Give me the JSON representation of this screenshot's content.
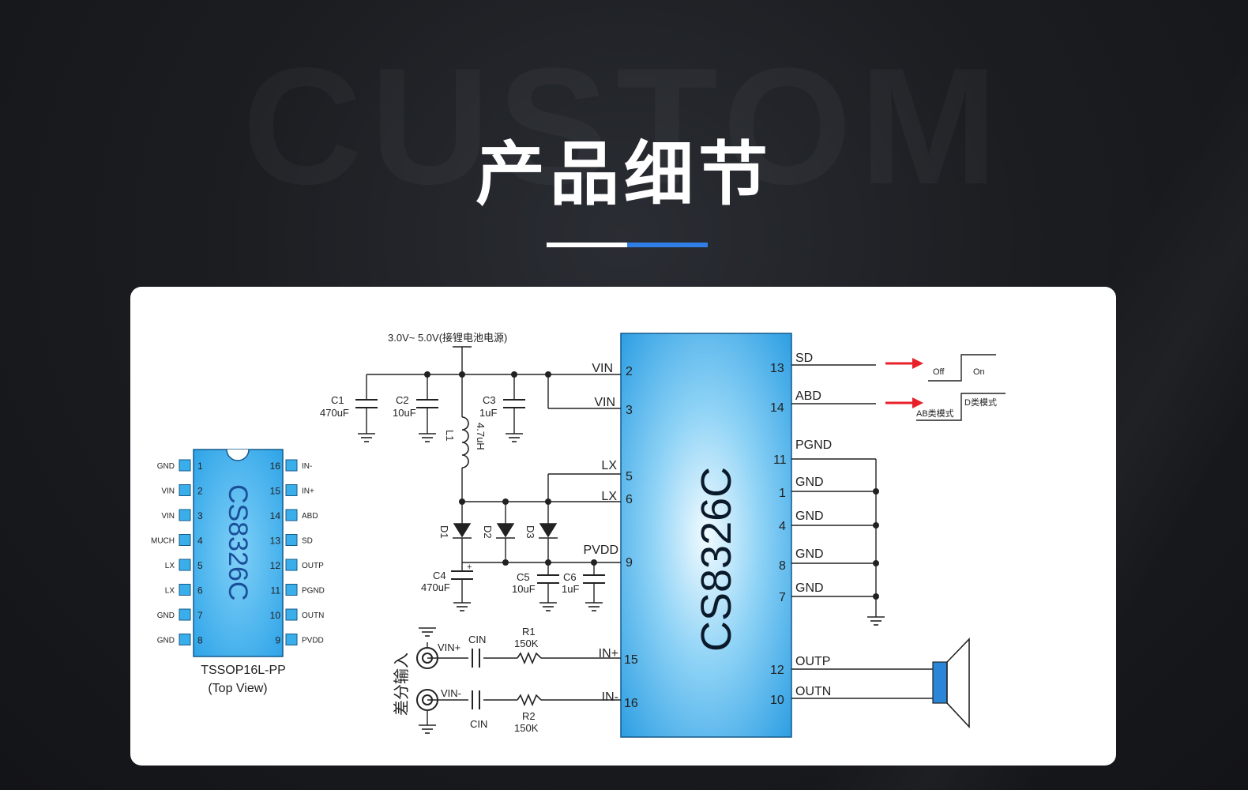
{
  "page": {
    "watermark": "CUSTOM",
    "title": "产品细节"
  },
  "package": {
    "part": "CS8326C",
    "name": "TSSOP16L-PP",
    "view": "(Top View)",
    "left_pins": [
      {
        "num": "1",
        "name": "GND"
      },
      {
        "num": "2",
        "name": "VIN"
      },
      {
        "num": "3",
        "name": "VIN"
      },
      {
        "num": "4",
        "name": "MUCH"
      },
      {
        "num": "5",
        "name": "LX"
      },
      {
        "num": "6",
        "name": "LX"
      },
      {
        "num": "7",
        "name": "GND"
      },
      {
        "num": "8",
        "name": "GND"
      }
    ],
    "right_pins": [
      {
        "num": "16",
        "name": "IN-"
      },
      {
        "num": "15",
        "name": "IN+"
      },
      {
        "num": "14",
        "name": "ABD"
      },
      {
        "num": "13",
        "name": "SD"
      },
      {
        "num": "12",
        "name": "OUTP"
      },
      {
        "num": "11",
        "name": "PGND"
      },
      {
        "num": "10",
        "name": "OUTN"
      },
      {
        "num": "9",
        "name": "PVDD"
      }
    ]
  },
  "schematic": {
    "chip": "CS8326C",
    "supply": "3.0V~ 5.0V(接锂电池电源)",
    "chip_left_pins": [
      {
        "name": "VIN",
        "num": "2"
      },
      {
        "name": "VIN",
        "num": "3"
      },
      {
        "name": "LX",
        "num": "5"
      },
      {
        "name": "LX",
        "num": "6"
      },
      {
        "name": "PVDD",
        "num": "9"
      },
      {
        "name": "IN+",
        "num": "15"
      },
      {
        "name": "IN-",
        "num": "16"
      }
    ],
    "chip_right_pins": [
      {
        "name": "SD",
        "num": "13"
      },
      {
        "name": "ABD",
        "num": "14"
      },
      {
        "name": "PGND",
        "num": "11"
      },
      {
        "name": "GND",
        "num": "1"
      },
      {
        "name": "GND",
        "num": "4"
      },
      {
        "name": "GND",
        "num": "8"
      },
      {
        "name": "GND",
        "num": "7"
      },
      {
        "name": "OUTP",
        "num": "12"
      },
      {
        "name": "OUTN",
        "num": "10"
      }
    ],
    "components": {
      "c1": {
        "ref": "C1",
        "val": "470uF"
      },
      "c2": {
        "ref": "C2",
        "val": "10uF"
      },
      "c3": {
        "ref": "C3",
        "val": "1uF"
      },
      "l1": {
        "ref": "L1",
        "val": "4.7uH"
      },
      "d1": "D1",
      "d2": "D2",
      "d3": "D3",
      "c4": {
        "ref": "C4",
        "val": "470uF"
      },
      "c5": {
        "ref": "C5",
        "val": "10uF"
      },
      "c6": {
        "ref": "C6",
        "val": "1uF"
      },
      "r1": {
        "ref": "R1",
        "val": "150K"
      },
      "r2": {
        "ref": "R2",
        "val": "150K"
      },
      "cin": "CIN",
      "plus": "+"
    },
    "inputs": {
      "label": "差分输入",
      "vin_plus": "VIN+",
      "vin_minus": "VIN-"
    },
    "sd_waveform": {
      "off": "Off",
      "on": "On"
    },
    "abd_waveform": {
      "ab": "AB类模式",
      "d": "D类模式"
    },
    "colors": {
      "chip": "#3aaeea",
      "arrow": "#e8202a",
      "speaker": "#2b86d8"
    }
  }
}
